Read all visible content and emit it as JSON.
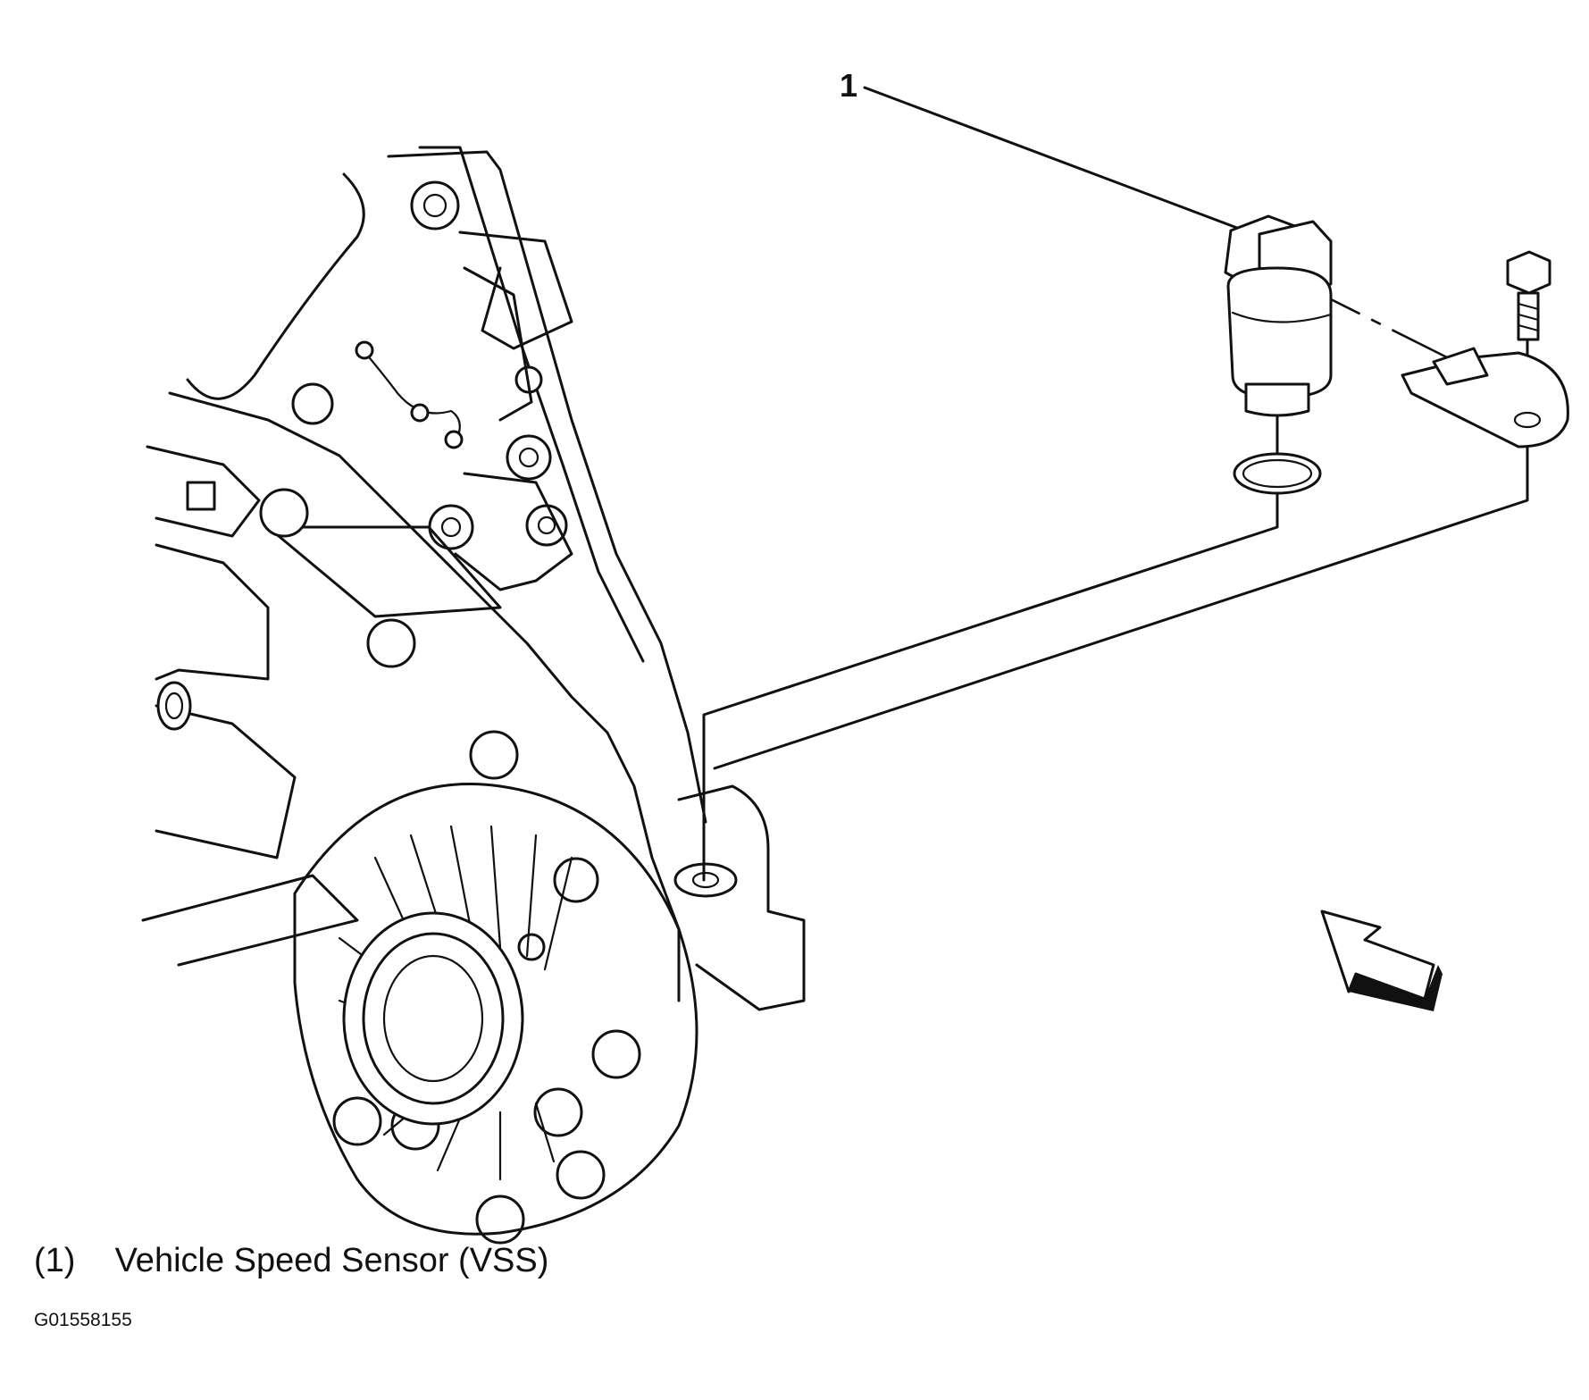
{
  "callout": {
    "number": "1"
  },
  "legend": {
    "items": [
      {
        "number": "(1)",
        "label": "Vehicle Speed Sensor (VSS)"
      }
    ]
  },
  "figure_id": "G01558155",
  "colors": {
    "ink": "#111111",
    "background": "#ffffff"
  }
}
